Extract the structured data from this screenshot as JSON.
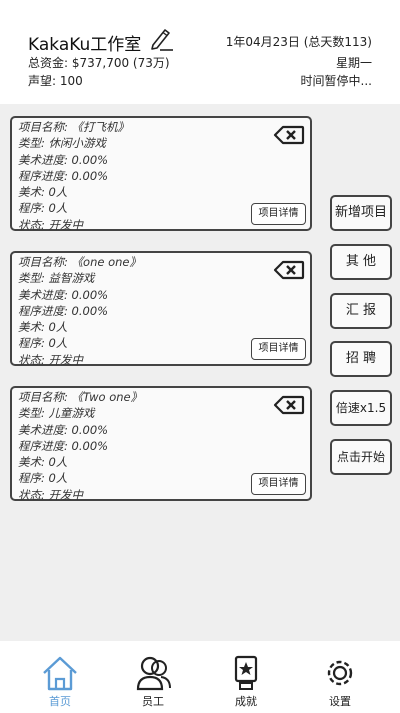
{
  "header": {
    "studio_name": "KakaKu工作室",
    "funds": "总资金: $737,700 (73万)",
    "reputation": "声望: 100",
    "date": "1年04月23日 (总天数113)",
    "weekday": "星期一",
    "time_status": "时间暂停中..."
  },
  "projects": [
    {
      "name": "项目名称: 《打飞机》",
      "type": "类型: 休闲小游戏",
      "art_progress": "美术进度: 0.00%",
      "program_progress": "程序进度: 0.00%",
      "art_staff": "美术: 0人",
      "program_staff": "程序: 0人",
      "state": "状态: 开发中",
      "detail_label": "项目详情"
    },
    {
      "name": "项目名称: 《one one》",
      "type": "类型: 益智游戏",
      "art_progress": "美术进度: 0.00%",
      "program_progress": "程序进度: 0.00%",
      "art_staff": "美术: 0人",
      "program_staff": "程序: 0人",
      "state": "状态: 开发中",
      "detail_label": "项目详情"
    },
    {
      "name": "项目名称: 《Two one》",
      "type": "类型: 儿童游戏",
      "art_progress": "美术进度: 0.00%",
      "program_progress": "程序进度: 0.00%",
      "art_staff": "美术: 0人",
      "program_staff": "程序: 0人",
      "state": "状态: 开发中",
      "detail_label": "项目详情"
    }
  ],
  "actions": {
    "new_project": "新增项目",
    "other": "其 他",
    "report": "汇 报",
    "recruit": "招 聘",
    "speed": "倍速x1.5",
    "start": "点击开始"
  },
  "nav": {
    "home": "首页",
    "staff": "员工",
    "achievements": "成就",
    "settings": "设置",
    "active_color": "#5b9bd5"
  }
}
